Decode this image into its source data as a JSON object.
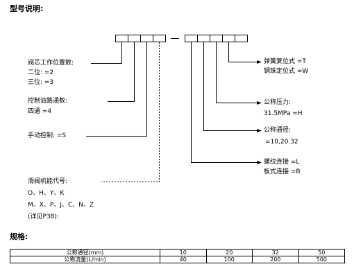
{
  "title": "型号说明:",
  "code_dash": "–",
  "labels": {
    "stations": "阀芯工作位置数:",
    "two_pos": "二位:  =2",
    "three_pos": "三位:  =3",
    "channels": "控制油路通数:",
    "four_way": "四通  =4",
    "manual": "手动控制:  =S",
    "function": "滑阀机能代号:",
    "func_line1": "O、H、Y、K",
    "func_line2": "M、X、P、J、C、N、Z",
    "func_note": "(详见P38):",
    "spring": "弹簧复位式   =T",
    "ball": "钢珠定位式   =W",
    "pressure": "公称压力:",
    "pressure_val": "31.5MPa  =H",
    "diameter": "公称通径:",
    "diameter_val": "=10,20.32",
    "thread": "螺纹连接     =L",
    "plate": "板式连接     =B"
  },
  "spec_title": "规格:",
  "spec_table": {
    "rows": [
      {
        "label": "公称通径(mm)",
        "cells": [
          "10",
          "20",
          "32",
          "50"
        ]
      },
      {
        "label": "公称流量(L/min)",
        "cells": [
          "40",
          "100",
          "200",
          "500"
        ]
      }
    ]
  }
}
